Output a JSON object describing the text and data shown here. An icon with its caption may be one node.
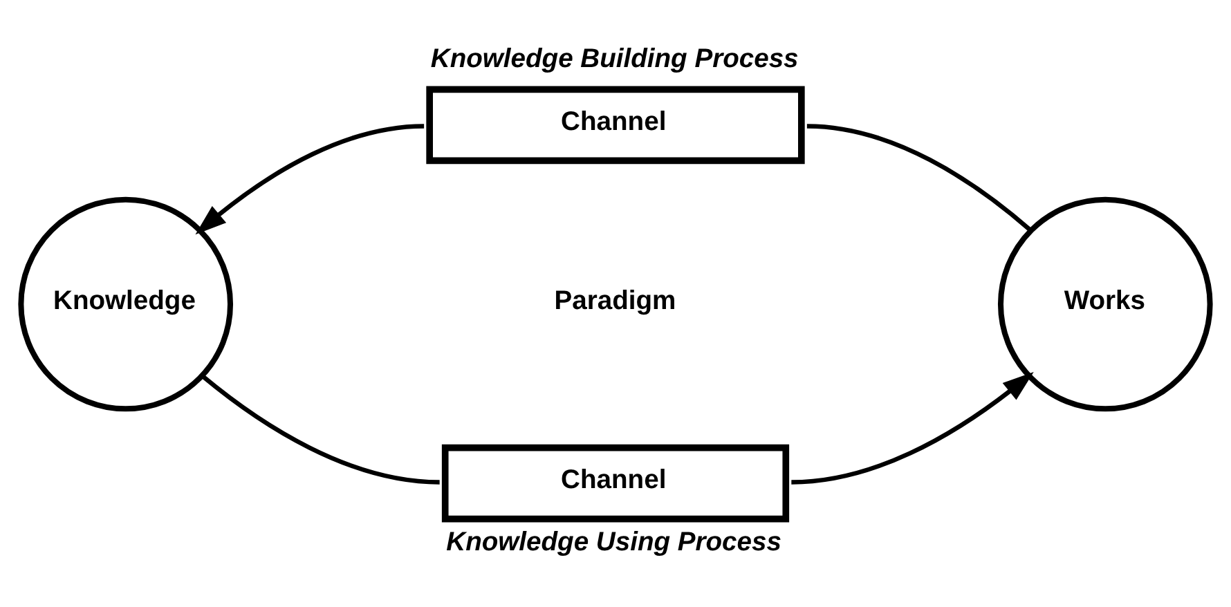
{
  "diagram": {
    "nodes": [
      {
        "text": [
          "Knowledge"
        ]
      },
      {
        "text": [
          "Works"
        ]
      },
      {
        "text": [
          "Channel"
        ],
        "beside": [
          "Knowledge Building Process"
        ]
      },
      {
        "text": [
          "Channel"
        ],
        "beside": [
          "Knowledge Using Process"
        ]
      }
    ],
    "edges": [
      {
        "from": 1,
        "to": 2,
        "arrow": "none"
      },
      {
        "from": 2,
        "to": 0,
        "arrow": "to"
      },
      {
        "from": 0,
        "to": 3,
        "arrow": "none"
      },
      {
        "from": 3,
        "to": 1,
        "arrow": "to"
      }
    ],
    "labels": [
      "Paradigm"
    ]
  }
}
